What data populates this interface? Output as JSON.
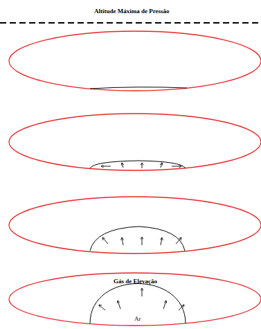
{
  "diagram": {
    "nodes": [
      {
        "text": [
          "Gás de Elevação"
        ]
      },
      {
        "text": [
          "Ar"
        ],
        "in": 0
      }
    ],
    "labels": [
      "Altitude Máxima de Pressão"
    ]
  }
}
